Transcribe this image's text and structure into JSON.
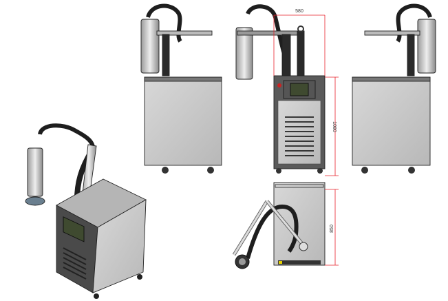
{
  "drawing": {
    "views": [
      "isometric",
      "left-side",
      "front",
      "right-side",
      "top"
    ],
    "dimensions": {
      "width": "580",
      "height": "1080",
      "depth": "850"
    },
    "colors": {
      "panel": "#c9c9c9",
      "frame": "#555555",
      "hose": "#1e1e1e",
      "dimension": "#e8202a",
      "screen": "#3f4a30"
    }
  }
}
